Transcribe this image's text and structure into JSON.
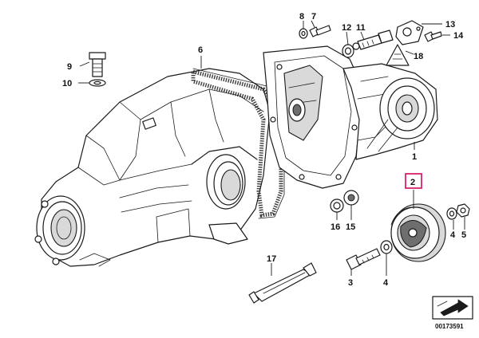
{
  "diagram": {
    "accent_color": "#d6246e",
    "catalog_number": "00173591",
    "selected_part": "2",
    "callouts": [
      {
        "id": "c1",
        "label": "1"
      },
      {
        "id": "c2",
        "label": "2"
      },
      {
        "id": "c3",
        "label": "3"
      },
      {
        "id": "c4a",
        "label": "4"
      },
      {
        "id": "c4b",
        "label": "4"
      },
      {
        "id": "c5",
        "label": "5"
      },
      {
        "id": "c6",
        "label": "6"
      },
      {
        "id": "c7",
        "label": "7"
      },
      {
        "id": "c8",
        "label": "8"
      },
      {
        "id": "c9",
        "label": "9"
      },
      {
        "id": "c10",
        "label": "10"
      },
      {
        "id": "c11",
        "label": "11"
      },
      {
        "id": "c12",
        "label": "12"
      },
      {
        "id": "c13",
        "label": "13"
      },
      {
        "id": "c14",
        "label": "14"
      },
      {
        "id": "c15",
        "label": "15"
      },
      {
        "id": "c16",
        "label": "16"
      },
      {
        "id": "c17",
        "label": "17"
      },
      {
        "id": "c18",
        "label": "18"
      }
    ]
  }
}
